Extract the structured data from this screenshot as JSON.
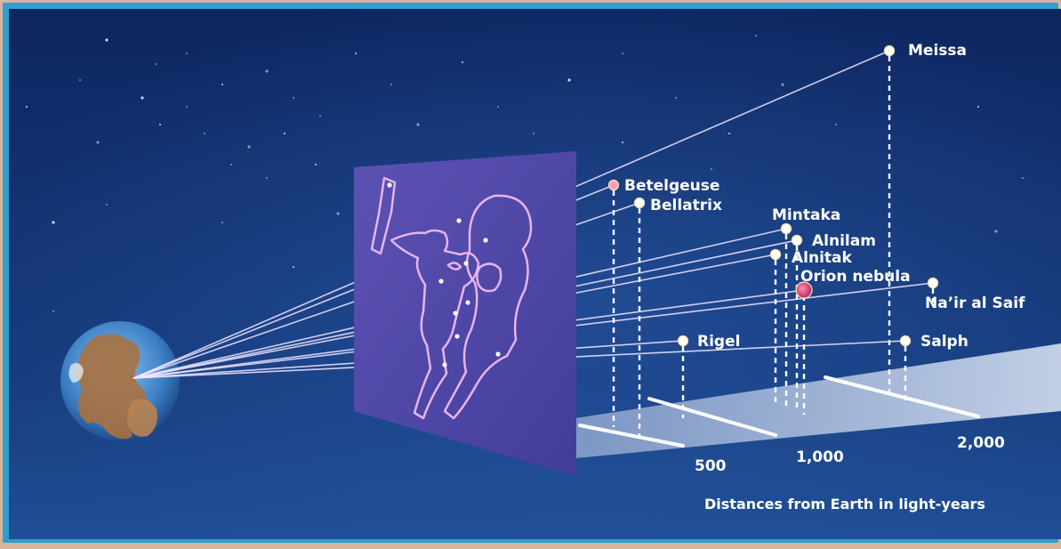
{
  "colors": {
    "frame": "#2f9fd0",
    "sky_top": "#0f2a66",
    "sky_bottom": "#1d4a8f",
    "panel": "#5a4fb0",
    "constellation_outline": "#e6b4ee",
    "sightline": "#f2e6ff",
    "label": "#ffffff",
    "nebula": "#d2407a",
    "betelgeuse": "#ff9fb8"
  },
  "stars": [
    {
      "name": "Meissa",
      "label": "Meissa"
    },
    {
      "name": "Betelgeuse",
      "label": "Betelgeuse"
    },
    {
      "name": "Bellatrix",
      "label": "Bellatrix"
    },
    {
      "name": "Mintaka",
      "label": "Mintaka"
    },
    {
      "name": "Alnilam",
      "label": "Alnilam"
    },
    {
      "name": "Alnitak",
      "label": "Alnitak"
    },
    {
      "name": "Orion nebula",
      "label": "Orion nebula"
    },
    {
      "name": "Na'ir al Saif",
      "label": "Na’ir al Saif"
    },
    {
      "name": "Rigel",
      "label": "Rigel"
    },
    {
      "name": "Salph",
      "label": "Salph"
    }
  ],
  "scale": {
    "ticks": [
      "500",
      "1,000",
      "2,000"
    ],
    "caption": "Distances from Earth in light-years"
  }
}
